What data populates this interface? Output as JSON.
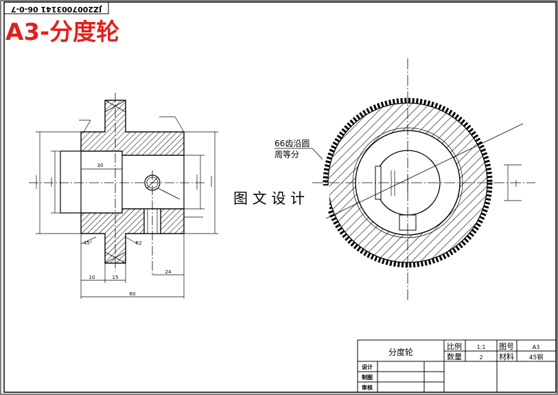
{
  "drawing": {
    "code": "JZ2007003141 06-0-7",
    "title": "A3-分度轮",
    "watermark": "图 文 设 计",
    "note_line1": "66齿沿圆",
    "note_line2": "周等分",
    "dim_30": "30",
    "dim_10": "10",
    "dim_15": "15",
    "dim_24": "24",
    "dim_60": "60",
    "dim_r_small": "R2",
    "dim_ang": "45°"
  },
  "title_block": {
    "part_name": "分度轮",
    "scale_label": "比例",
    "scale_value": "1:1",
    "drawing_no_label": "图号",
    "drawing_no_value": "A3",
    "qty_label": "数量",
    "qty_value": "2",
    "material_label": "材料",
    "material_value": "45钢",
    "row1": "设计",
    "row2": "制图",
    "row3": "审核"
  },
  "colors": {
    "title_red": "#e0201c",
    "line": "#000000"
  }
}
